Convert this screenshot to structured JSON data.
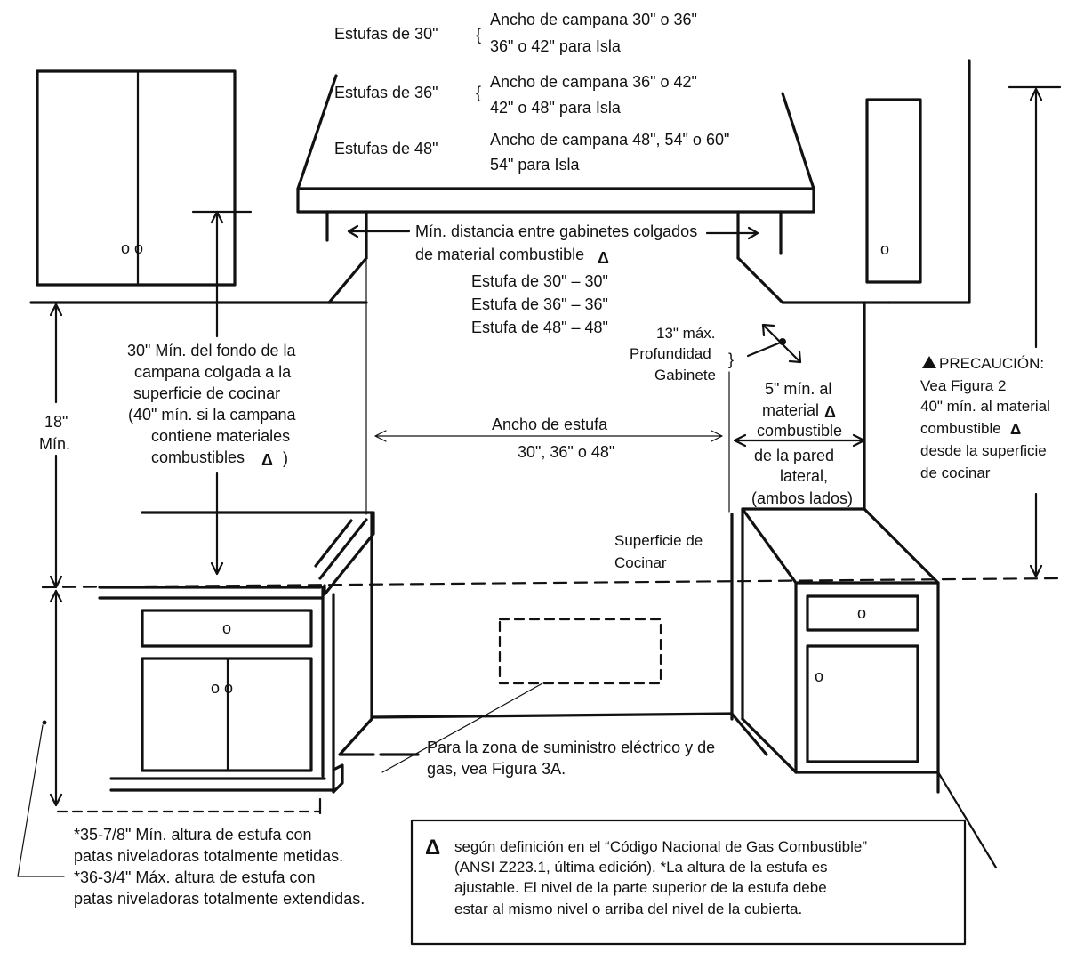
{
  "hood_specs": {
    "stove30_label": "Estufas de 30\"",
    "stove30_line1": "Ancho de campana 30\" o 36\"",
    "stove30_line2": "36\" o 42\"  para Isla",
    "stove36_label": "Estufas de 36\"",
    "stove36_line1": "Ancho de campana 36\" o  42\"",
    "stove36_line2": "42\" o 48\" para Isla",
    "stove48_label": "Estufas de 48\"",
    "stove48_line1": "Ancho de campana 48\", 54\" o  60\"",
    "stove48_line2": "54\" para Isla"
  },
  "cabinet_gap": {
    "line1": "Mín. distancia entre gabinetes colgados",
    "line2": "de material combustible",
    "row1": "Estufa de 30\" – 30\"",
    "row2": "Estufa de 36\" –  36\"",
    "row3": "Estufa de 48\" –  48\""
  },
  "depth": {
    "line1": "13\" máx.",
    "line2": "Profundidad",
    "line3": "Gabinete"
  },
  "hood_clearance": {
    "line1": "30\" Mín. del fondo de la",
    "line2": "campana colgada a la",
    "line3": "superficie de cocinar",
    "line4": "(40\" mín. si la campana",
    "line5": "contiene materiales",
    "line6": "combustibles"
  },
  "min18": {
    "line1": "18\"",
    "line2": "Mín."
  },
  "range_width": {
    "line1": "Ancho de estufa",
    "line2": "30\", 36\" o 48\""
  },
  "side_wall": {
    "line1": "5\"  mín. al",
    "line2": "material",
    "line3": "combustible",
    "line4": "de la pared",
    "line5": "lateral,",
    "line6": "(ambos lados)"
  },
  "caution": {
    "title": "PRECAUCIÓN:",
    "line1": "Vea Figura 2",
    "line2": "40\"  mín. al material",
    "line3": "combustible",
    "line4": "desde la superficie",
    "line5": "de cocinar"
  },
  "cooking_surface": {
    "line1": "Superficie de",
    "line2": "Cocinar"
  },
  "supply_zone": {
    "line1": "Para la zona de suministro eléctrico y de",
    "line2": "gas, vea Figura 3A."
  },
  "height_notes": {
    "line1": "*35-7/8\" Mín. altura de estufa con",
    "line2": "patas niveladoras totalmente metidas.",
    "line3": "*36-3/4\" Máx. altura de estufa con",
    "line4": "patas niveladoras totalmente extendidas."
  },
  "definition_note": {
    "line1": "según definición en el “Código Nacional de Gas Combustible”",
    "line2": "(ANSI Z223.1, última edición). *La altura de la estufa es",
    "line3": "ajustable. El nivel de la parte superior de la estufa debe",
    "line4": "estar al mismo nivel o arriba del nivel de la cubierta."
  },
  "symbols": {
    "delta": "Δ",
    "brace": "{",
    "close_brace": "}",
    "close_paren": ")",
    "knob_pair": "o o",
    "knob": "o"
  }
}
